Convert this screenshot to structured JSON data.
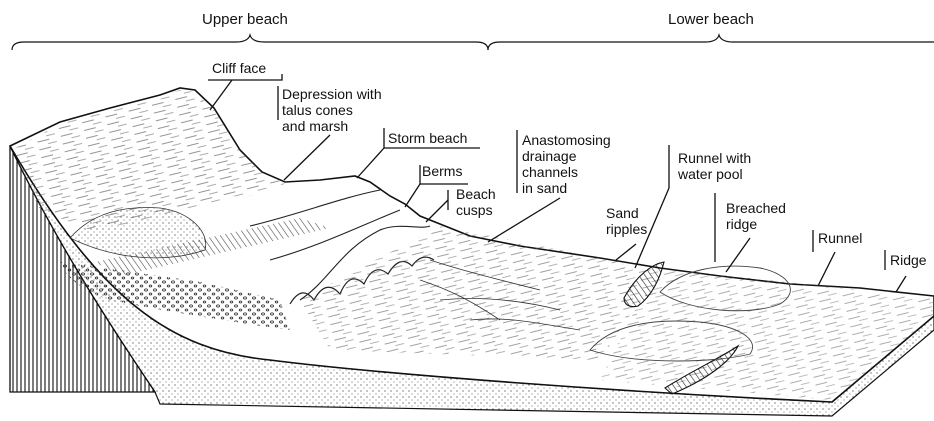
{
  "sections": {
    "upper": "Upper beach",
    "lower": "Lower beach"
  },
  "labels": {
    "cliff_face": "Cliff face",
    "depression": [
      "Depression with",
      "talus cones",
      "and marsh"
    ],
    "storm_beach": "Storm beach",
    "berms": "Berms",
    "beach_cusps": [
      "Beach",
      "cusps"
    ],
    "anastomosing": [
      "Anastomosing",
      "drainage",
      "channels",
      "in sand"
    ],
    "sand_ripples": [
      "Sand",
      "ripples"
    ],
    "runnel_pool": [
      "Runnel with",
      "water pool"
    ],
    "breached_ridge": [
      "Breached",
      "ridge"
    ],
    "runnel": "Runnel",
    "ridge": "Ridge"
  }
}
